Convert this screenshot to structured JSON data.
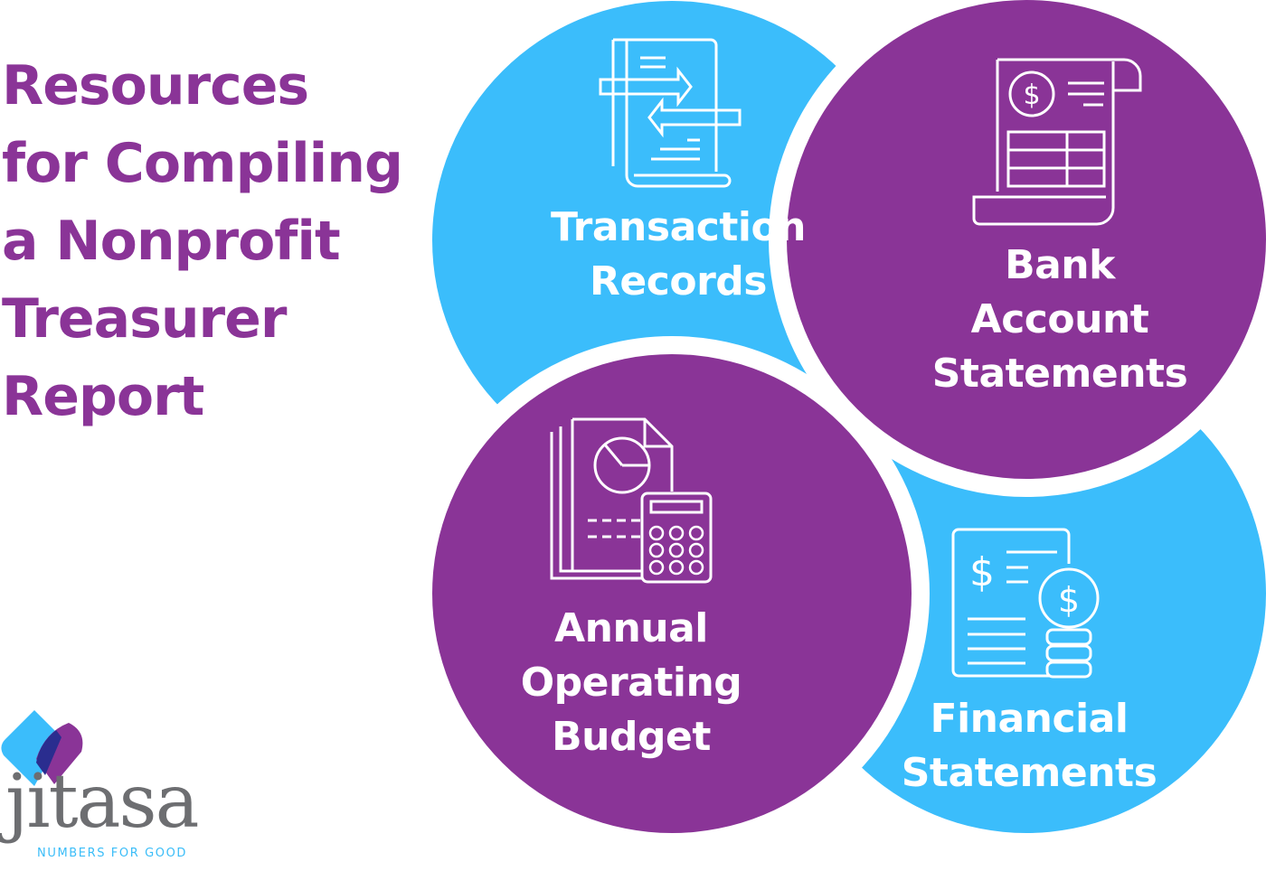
{
  "title": [
    "Resources",
    "for Compiling",
    "a Nonprofit",
    "Treasurer",
    "Report"
  ],
  "colors": {
    "purple": "#8a3497",
    "blue": "#3bbdfb",
    "logo_gray": "#6d6e71"
  },
  "resources": [
    {
      "lines": [
        "Transaction",
        "Records"
      ],
      "icon": "transaction-document-arrows-icon",
      "color": "blue"
    },
    {
      "lines": [
        "Bank",
        "Account",
        "Statements"
      ],
      "icon": "bank-statement-scroll-icon",
      "color": "purple"
    },
    {
      "lines": [
        "Annual",
        "Operating",
        "Budget"
      ],
      "icon": "budget-calculator-chart-icon",
      "color": "purple"
    },
    {
      "lines": [
        "Financial",
        "Statements"
      ],
      "icon": "financial-statement-coins-icon",
      "color": "blue"
    }
  ],
  "logo": {
    "name": "jitasa",
    "tagline": "NUMBERS FOR GOOD"
  }
}
